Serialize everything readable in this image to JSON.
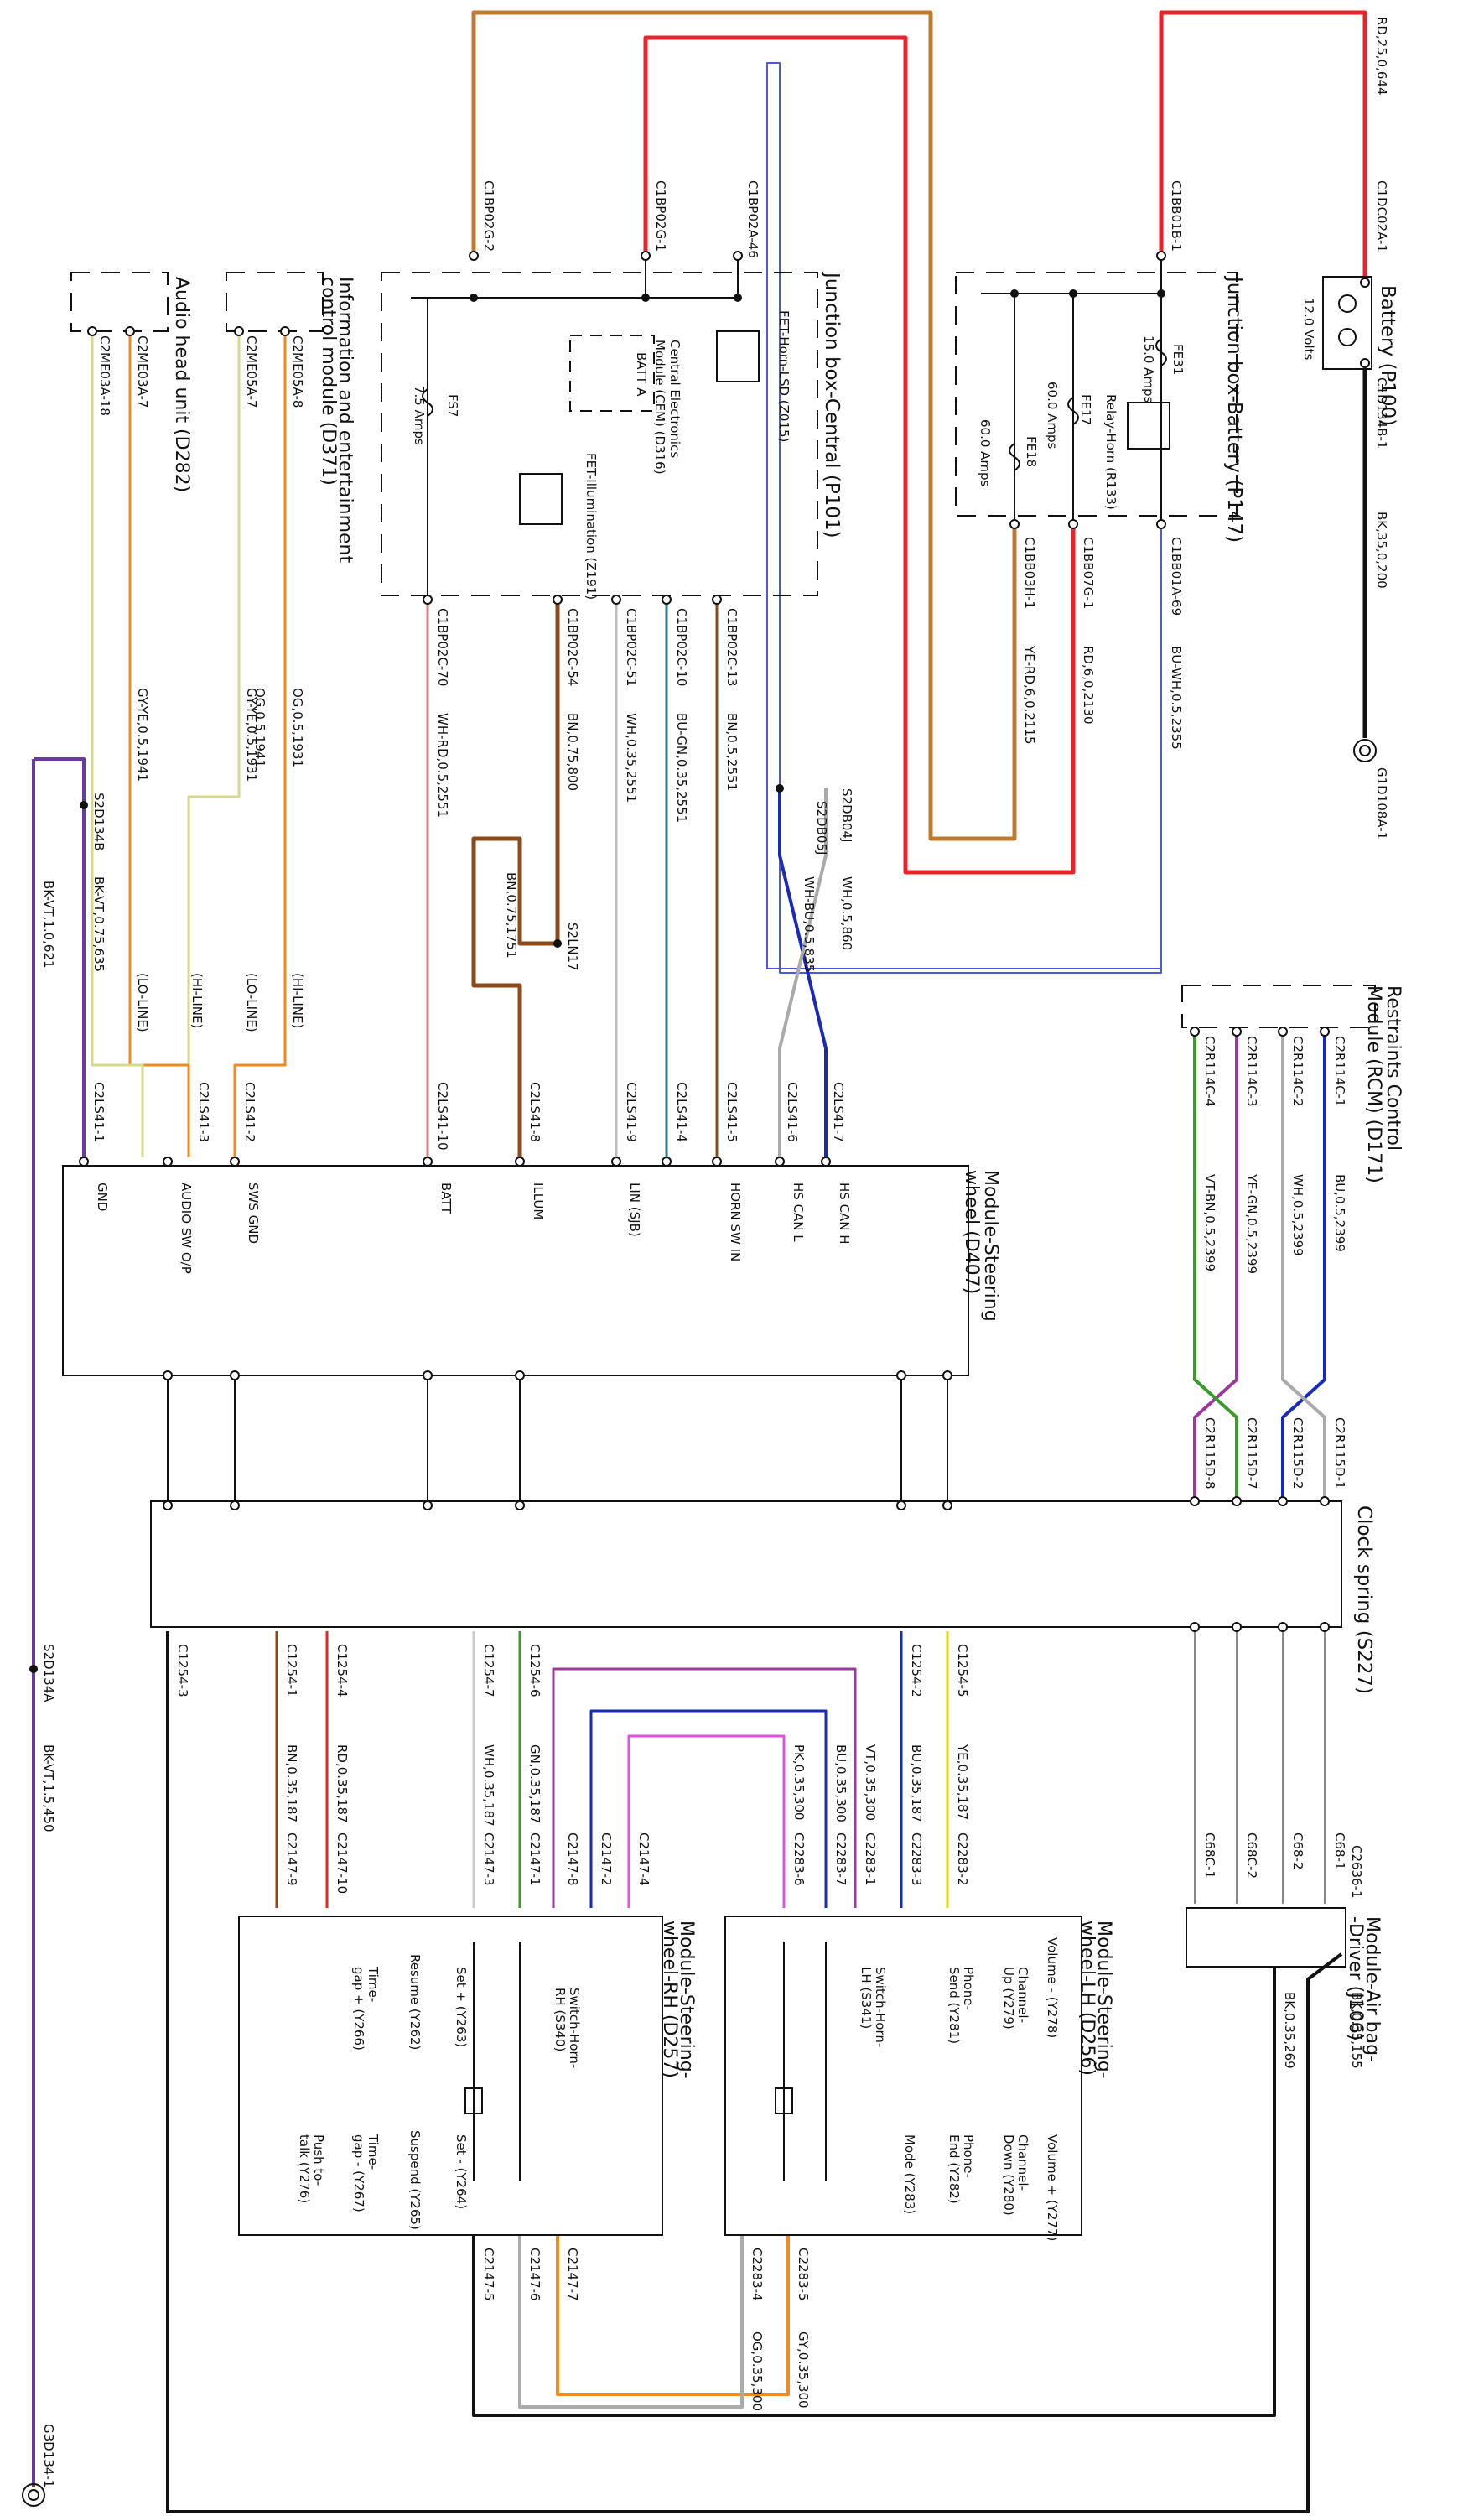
{
  "modules": {
    "battery": {
      "title": "Battery (P100)",
      "voltage": "12.0 Volts"
    },
    "jb_battery": {
      "title": "Junction box-Battery (P147)",
      "relay": "Relay-Horn (R133)",
      "fe31": "FE31",
      "fe31_amps": "15.0 Amps",
      "fe17": "FE17",
      "fe17_amps": "60.0 Amps",
      "fe18": "FE18",
      "fe18_amps": "60.0 Amps"
    },
    "jb_central": {
      "title": "Junction box-Central (P101)",
      "fs7": "FS7",
      "fs7_amps": "7.5 Amps",
      "fet_horn": "FET-Horn-LSD (Z015)",
      "cem_1": "Central Electronics",
      "cem_2": "Module (CEM) (D316)",
      "batt_a": "BATT A",
      "fet_illum": "FET-Illumination (Z191)"
    },
    "iec_1": "Information and entertainment",
    "iec_2": "control module (D371)",
    "audio": "Audio head unit (D282)",
    "rcm_1": "Restraints Control",
    "rcm_2": "Module (RCM) (D171)",
    "msw_1": "Module-Steering",
    "msw_2": "wheel (D407)",
    "clock_spring": "Clock spring (S227)",
    "airbag_1": "Module-Air bag-",
    "airbag_2": "-Driver (J106)",
    "swlh_1": "Module-Steering-",
    "swlh_2": "wheel-LH (D256)",
    "swrh_1": "Module-Steering-",
    "swrh_2": "wheel-RH (D257)"
  },
  "msw_pins": {
    "hs_can_h": "HS CAN H",
    "hs_can_l": "HS CAN L",
    "horn_sw_in": "HORN SW IN",
    "lin": "LIN (SJB)",
    "illum": "ILLUM",
    "batt": "BATT",
    "sws_gnd": "SWS GND",
    "audio_sw": "AUDIO SW O/P",
    "gnd": "GND"
  },
  "switches_lh": {
    "vol_minus": "Volume - (Y278)",
    "vol_plus": "Volume + (Y277)",
    "ch_up_1": "Channel-",
    "ch_up_2": "Up (Y279)",
    "ch_dn_1": "Channel-",
    "ch_dn_2": "Down (Y280)",
    "ph_send_1": "Phone-",
    "ph_send_2": "Send (Y281)",
    "ph_end_1": "Phone-",
    "ph_end_2": "End (Y282)",
    "mode": "Mode (Y283)",
    "horn_1": "Switch-Horn-",
    "horn_2": "LH (S341)"
  },
  "switches_rh": {
    "set_plus": "Set + (Y263)",
    "set_minus": "Set - (Y264)",
    "resume": "Resume (Y262)",
    "suspend": "Suspend (Y265)",
    "gap_plus_1": "Time-",
    "gap_plus_2": "gap + (Y266)",
    "gap_minus_1": "Time-",
    "gap_minus_2": "gap - (Y267)",
    "ptt_1": "Push to-",
    "ptt_2": "talk (Y276)",
    "horn_1": "Switch-Horn-",
    "horn_2": "RH (S340)"
  },
  "connectors": {
    "c1dc02a1": "C1DC02A-1",
    "g1d108a1": "G1D108A-1",
    "c1d134b1": "C1D134B-1",
    "c1bb01b1": "C1BB01B-1",
    "c1bb01a69": "C1BB01A-69",
    "c1bb07g1": "C1BB07G-1",
    "c1bb03h1": "C1BB03H-1",
    "c1bp02g2": "C1BP02G-2",
    "c1bp02g1": "C1BP02G-1",
    "c1bp02a46": "C1BP02A-46",
    "c1bp02c70": "C1BP02C-70",
    "c1bp02c54": "C1BP02C-54",
    "c1bp02c51": "C1BP02C-51",
    "c1bp02c10": "C1BP02C-10",
    "c1bp02c13": "C1BP02C-13",
    "s2db04j": "S2DB04J",
    "s2db05j": "S2DB05J",
    "s2ln17": "S2LN17",
    "c2me05a8": "C2ME05A-8",
    "c2me05a7": "C2ME05A-7",
    "c2me03a7": "C2ME03A-7",
    "c2me03a18": "C2ME03A-18",
    "s2d134b": "S2D134B",
    "c2ls41_7": "C2LS41-7",
    "c2ls41_6": "C2LS41-6",
    "c2ls41_5": "C2LS41-5",
    "c2ls41_4": "C2LS41-4",
    "c2ls41_9": "C2LS41-9",
    "c2ls41_8": "C2LS41-8",
    "c2ls41_10": "C2LS41-10",
    "c2ls41_2": "C2LS41-2",
    "c2ls41_3": "C2LS41-3",
    "c2ls41_1": "C2LS41-1",
    "c2r114c1": "C2R114C-1",
    "c2r114c2": "C2R114C-2",
    "c2r114c3": "C2R114C-3",
    "c2r114c4": "C2R114C-4",
    "c2r115d1": "C2R115D-1",
    "c2r115d2": "C2R115D-2",
    "c2r115d7": "C2R115D-7",
    "c2r115d8": "C2R115D-8",
    "c68_1": "C68-1",
    "c68_2": "C68-2",
    "c68c2": "C68C-2",
    "c68c1": "C68C-1",
    "c1254_5": "C1254-5",
    "c1254_3": "C1254-3",
    "c1254_2": "C1254-2",
    "c1254_1": "C1254-1",
    "c1254_6": "C1254-6",
    "c1254_7": "C1254-7",
    "c1254_4": "C1254-4",
    "c1254_3b": "C1254-3",
    "s2d134a": "S2D134A",
    "g3d134_1": "G3D134-1",
    "c2283_2": "C2283-2",
    "c2283_3": "C2283-3",
    "c2283_1": "C2283-1",
    "c2283_7": "C2283-7",
    "c2283_6": "C2283-6",
    "c2283_5": "C2283-5",
    "c2283_4": "C2283-4",
    "c2147_10": "C2147-10",
    "c2147_9": "C2147-9",
    "c2147_1": "C2147-1",
    "c2147_3": "C2147-3",
    "c2147_8": "C2147-8",
    "c2147_2": "C2147-2",
    "c2147_4": "C2147-4",
    "c2147_7": "C2147-7",
    "c2147_6": "C2147-6",
    "c2147_5": "C2147-5",
    "c2636_1": "C2636-1"
  },
  "wires": {
    "rd25": "RD,25,0,644",
    "bk35_200": "BK,35,0,200",
    "bu_wh_2355": "BU-WH,0.5,2355",
    "rd_2130": "RD,6,0,2130",
    "ye_rd_2115": "YE-RD,6,0,2115",
    "wh_rd_2551": "WH-RD,0.5,2551",
    "bn_800": "BN,0.75,800",
    "wh_2551": "WH,0.35,2551",
    "bu_gn_2551": "BU-GN,0.35,2551",
    "bn_2551": "BN,0.5,2551",
    "wh_860": "WH,0.5,860",
    "wh_bu_835": "WH-BU,0.5,835",
    "bn_1751": "BN,0.75,1751",
    "og_1931": "OG,0.5,1931",
    "og_1941": "OG,0.5,1941",
    "gy_ye_1931": "GY-YE,0.5,1931",
    "gy_ye_1941": "GY-YE,0.5,1941",
    "bk_vt_621": "BK-VT,1.0,621",
    "bk_vt_635": "BK-VT,0.75,635",
    "hi_line": "(HI-LINE)",
    "lo_line": "(LO-LINE)",
    "bu_2399": "BU,0.5,2399",
    "wh_2399": "WH,0.5,2399",
    "ye_gn_2399": "YE-GN,0.5,2399",
    "vt_bn_2399": "VT-BN,0.5,2399",
    "ye_187": "YE,0.35,187",
    "bu_187": "BU,0.35,187",
    "vt_300": "VT,0.35,300",
    "bu_300": "BU,0.35,300",
    "pk_300": "PK,0.35,300",
    "gn_187": "GN,0.35,187",
    "wh_187": "WH,0.35,187",
    "bn_187": "BN,0.35,187",
    "rd_187": "RD,0.35,187",
    "bk_vt_450": "BK-VT,1.5,450",
    "bk_155": "BK,0.35,155",
    "bk_269": "BK,0.35,269",
    "gy_300": "GY,0.35,300",
    "og_300": "OG,0.35,300"
  },
  "colors": {
    "red": "#e8232a",
    "brown_orange": "#c07a30",
    "blue_white": "#4a5ad8",
    "yellow_red": "#d8902a",
    "blue_green": "#2a7a8a",
    "brown": "#8b4a1a",
    "orange": "#f08a1a",
    "gy_ye": "#d6d88a",
    "purple": "#6a3aa0",
    "green": "#3a9a2a",
    "violet": "#9a3a9a",
    "dark_blue": "#1a2ab8",
    "yellow": "#e0d818",
    "magenta": "#e050e0",
    "gray": "#aaaaaa"
  }
}
